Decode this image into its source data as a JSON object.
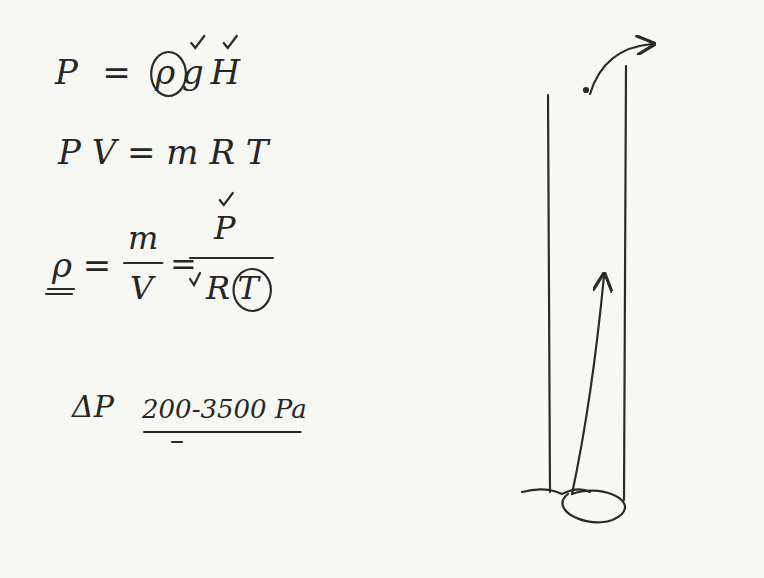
{
  "diagram": {
    "labels": [
      "P = ρgH",
      "P V = m R T",
      "ρ =",
      "m",
      "V",
      "=",
      "P",
      "RT",
      "ΔP",
      "200-3500 Pa"
    ]
  }
}
